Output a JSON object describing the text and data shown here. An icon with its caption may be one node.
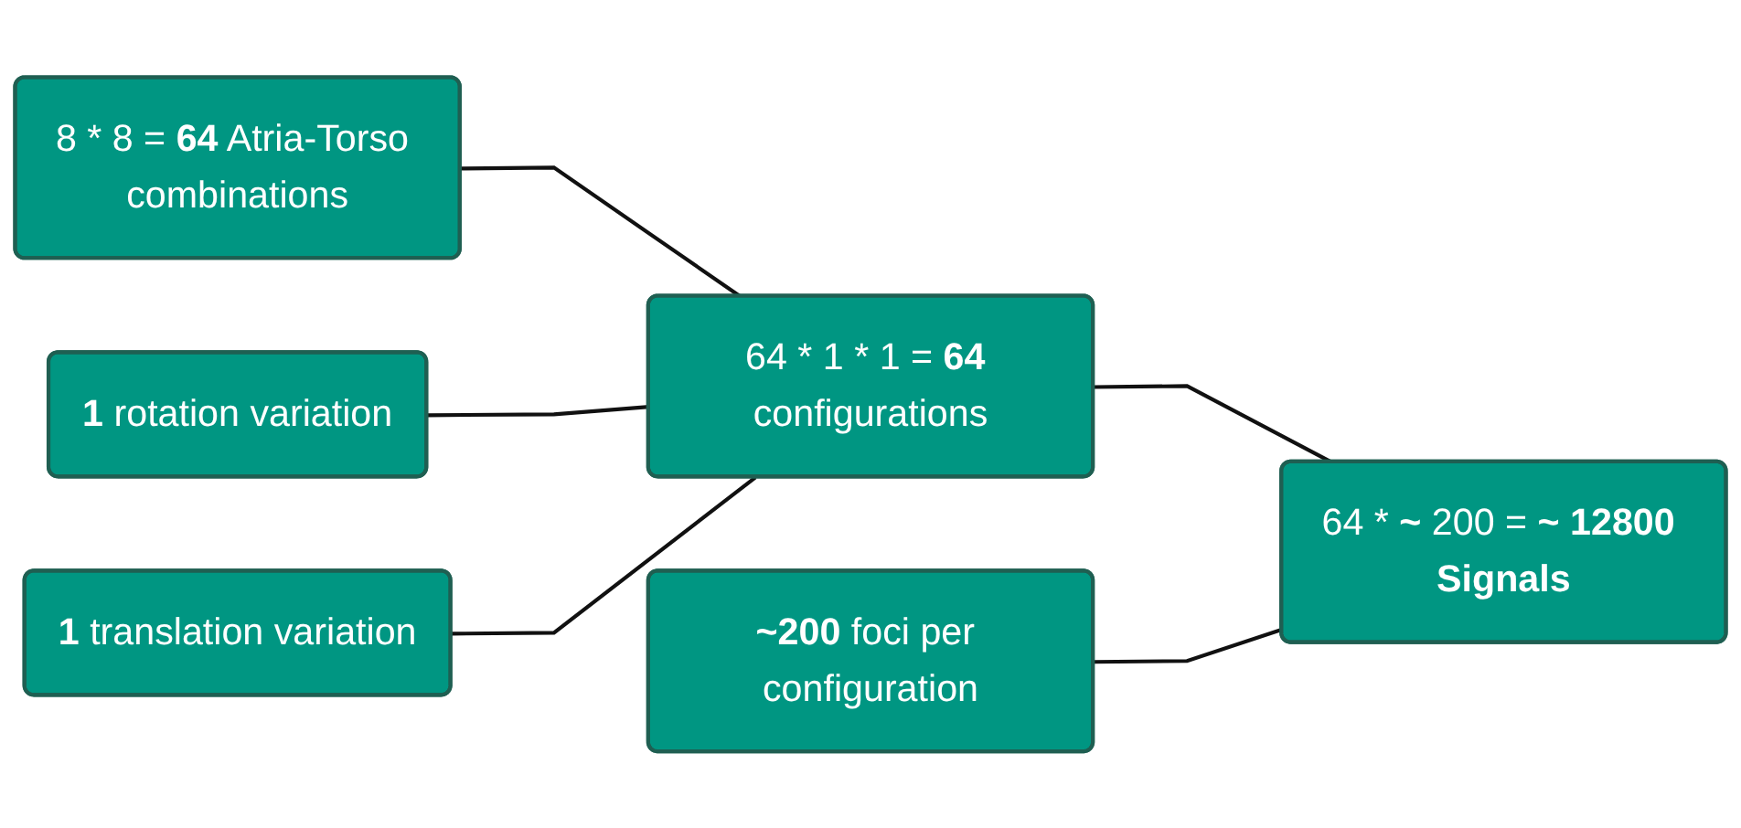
{
  "diagram": {
    "nodes": [
      {
        "text": [
          "8 * 8 = **64** Atria-Torso combinations"
        ]
      },
      {
        "text": [
          "**1** rotation variation"
        ]
      },
      {
        "text": [
          "**1** translation variation"
        ]
      },
      {
        "text": [
          "64 * 1 * 1 = **64** configurations"
        ]
      },
      {
        "text": [
          "**~200** foci per configuration"
        ]
      },
      {
        "text": [
          "64 * **~** 200 = **~ 12800 Signals**"
        ]
      }
    ],
    "edges": [
      {
        "from": 0,
        "to": 3,
        "arrow": "none"
      },
      {
        "from": 1,
        "to": 3,
        "arrow": "none"
      },
      {
        "from": 2,
        "to": 3,
        "arrow": "none"
      },
      {
        "from": 3,
        "to": 5,
        "arrow": "none"
      },
      {
        "from": 4,
        "to": 5,
        "arrow": "none"
      }
    ]
  }
}
